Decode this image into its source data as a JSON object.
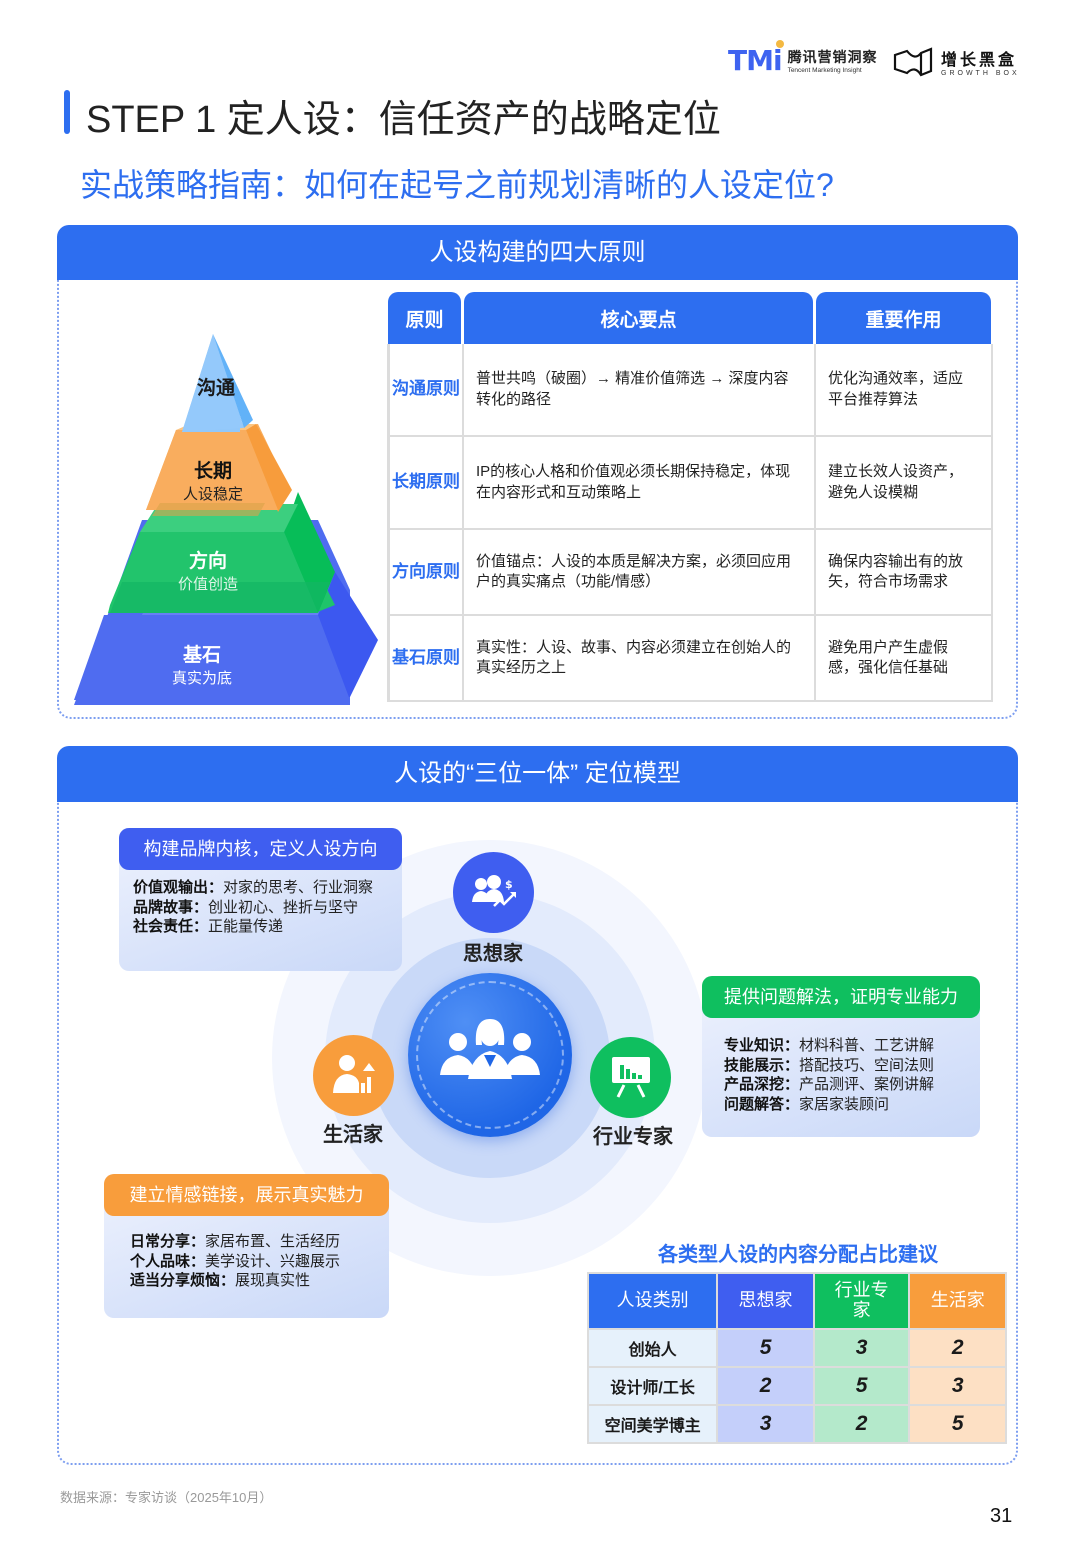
{
  "header": {
    "logo_tmi_mark": "TMi",
    "logo_tmi_cn": "腾讯营销洞察",
    "logo_tmi_en": "Tencent Marketing Insight",
    "logo_gb_cn": "增长黑盒",
    "logo_gb_en": "GROWTH BOX",
    "page_title": "STEP 1 定人设：信任资产的战略定位",
    "subtitle": "实战策略指南：如何在起号之前规划清晰的人设定位?"
  },
  "section1": {
    "title": "人设构建的四大原则",
    "pyramid": [
      {
        "title": "沟通",
        "sub": ""
      },
      {
        "title": "长期",
        "sub": "人设稳定"
      },
      {
        "title": "方向",
        "sub": "价值创造"
      },
      {
        "title": "基石",
        "sub": "真实为底"
      }
    ],
    "table": {
      "headers": [
        "原则",
        "核心要点",
        "重要作用"
      ],
      "rows": [
        {
          "principle": "沟通原则",
          "point": "普世共鸣（破圈）→ 精准价值筛选 → 深度内容转化的路径",
          "role": "优化沟通效率，适应平台推荐算法"
        },
        {
          "principle": "长期原则",
          "point": "IP的核心人格和价值观必须长期保持稳定，体现在内容形式和互动策略上",
          "role": "建立长效人设资产，避免人设模糊"
        },
        {
          "principle": "方向原则",
          "point": "价值锚点：人设的本质是解决方案，必须回应用户的真实痛点（功能/情感）",
          "role": "确保内容输出有的放矢，符合市场需求"
        },
        {
          "principle": "基石原则",
          "point": "真实性：人设、故事、内容必须建立在创始人的真实经历之上",
          "role": "避免用户产生虚假感，强化信任基础"
        }
      ]
    }
  },
  "section2": {
    "title": "人设的“三位一体” 定位模型",
    "roles": {
      "thinker": "思想家",
      "expert": "行业专家",
      "lifestyle": "生活家"
    },
    "cards": {
      "thinker": {
        "title": "构建品牌内核，定义人设方向",
        "items": [
          {
            "k": "价值观输出：",
            "v": "对家的思考、行业洞察"
          },
          {
            "k": "品牌故事：",
            "v": "创业初心、挫折与坚守"
          },
          {
            "k": "社会责任：",
            "v": "正能量传递"
          }
        ]
      },
      "expert": {
        "title": "提供问题解法，证明专业能力",
        "items": [
          {
            "k": "专业知识：",
            "v": "材料科普、工艺讲解"
          },
          {
            "k": "技能展示：",
            "v": "搭配技巧、空间法则"
          },
          {
            "k": "产品深挖：",
            "v": "产品测评、案例讲解"
          },
          {
            "k": "问题解答：",
            "v": "家居家装顾问"
          }
        ]
      },
      "lifestyle": {
        "title": "建立情感链接，展示真实魅力",
        "items": [
          {
            "k": "日常分享：",
            "v": "家居布置、生活经历"
          },
          {
            "k": "个人品味：",
            "v": "美学设计、兴趣展示"
          },
          {
            "k": "适当分享烦恼：",
            "v": "展现真实性"
          }
        ]
      }
    },
    "alloc_table": {
      "title": "各类型人设的内容分配占比建议",
      "headers": [
        "人设类别",
        "思想家",
        "行业专家",
        "生活家"
      ],
      "rows": [
        {
          "name": "创始人",
          "values": [
            "5",
            "3",
            "2"
          ]
        },
        {
          "name": "设计师/工长",
          "values": [
            "2",
            "5",
            "3"
          ]
        },
        {
          "name": "空间美学博主",
          "values": [
            "3",
            "2",
            "5"
          ]
        }
      ]
    }
  },
  "footer": {
    "source": "数据来源：专家访谈（2025年10月）",
    "page_number": "31"
  },
  "colors": {
    "primary_blue": "#2d6ef0",
    "indigo": "#3f5ef0",
    "green": "#0fbf5f",
    "orange": "#f89d3c",
    "light_blue_pyramid": "#8cc4fa"
  }
}
